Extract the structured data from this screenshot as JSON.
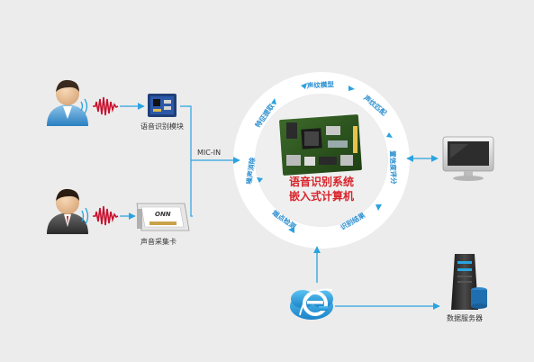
{
  "diagram": {
    "center": {
      "title_line1": "语音识别系统",
      "title_line2": "嵌入式计算机"
    },
    "ring_segments": [
      "声纹模型",
      "声纹匹配",
      "置信度评分",
      "识别结果",
      "端点检测",
      "噪声消除",
      "特征提取"
    ],
    "inputs": {
      "module_label": "语音识别模块",
      "card_label": "声音采集卡",
      "card_brand": "ONN",
      "bus_label": "MIC-IN"
    },
    "outputs": {
      "server_label": "数据服务器"
    },
    "colors": {
      "background": "#ececec",
      "ring": "#ffffff",
      "arrow": "#2aa3e0",
      "title_red": "#d8232a",
      "wave_red": "#c8102e"
    }
  }
}
